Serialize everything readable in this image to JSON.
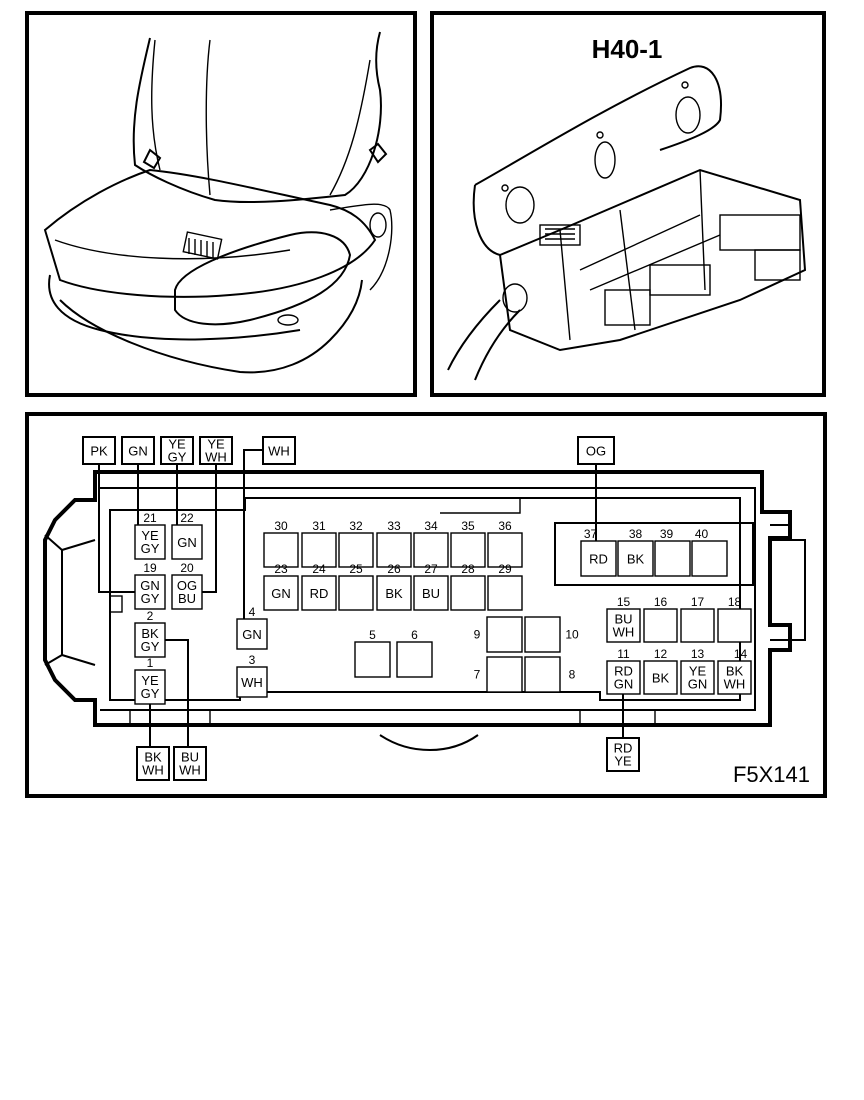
{
  "panels": {
    "connector_title": "H40-1",
    "figure_code": "F5X141"
  },
  "wires_top": [
    {
      "id": "pk",
      "lines": [
        "PK"
      ]
    },
    {
      "id": "gn",
      "lines": [
        "GN"
      ]
    },
    {
      "id": "yegy",
      "lines": [
        "YE",
        "GY"
      ]
    },
    {
      "id": "yewh",
      "lines": [
        "YE",
        "WH"
      ]
    },
    {
      "id": "wh",
      "lines": [
        "WH"
      ]
    },
    {
      "id": "og",
      "lines": [
        "OG"
      ]
    }
  ],
  "wires_bottom": [
    {
      "id": "bkwh",
      "lines": [
        "BK",
        "WH"
      ]
    },
    {
      "id": "buwh",
      "lines": [
        "BU",
        "WH"
      ]
    },
    {
      "id": "rdye",
      "lines": [
        "RD",
        "YE"
      ]
    }
  ],
  "pins": [
    {
      "n": "30",
      "c": []
    },
    {
      "n": "31",
      "c": []
    },
    {
      "n": "32",
      "c": []
    },
    {
      "n": "33",
      "c": []
    },
    {
      "n": "34",
      "c": []
    },
    {
      "n": "35",
      "c": []
    },
    {
      "n": "36",
      "c": []
    },
    {
      "n": "23",
      "c": [
        "GN"
      ]
    },
    {
      "n": "24",
      "c": [
        "RD"
      ]
    },
    {
      "n": "25",
      "c": []
    },
    {
      "n": "26",
      "c": [
        "BK"
      ]
    },
    {
      "n": "27",
      "c": [
        "BU"
      ]
    },
    {
      "n": "28",
      "c": []
    },
    {
      "n": "29",
      "c": []
    },
    {
      "n": "37",
      "c": [
        "RD"
      ]
    },
    {
      "n": "38",
      "c": [
        "BK"
      ]
    },
    {
      "n": "39",
      "c": []
    },
    {
      "n": "40",
      "c": []
    },
    {
      "n": "15",
      "c": [
        "BU",
        "WH"
      ]
    },
    {
      "n": "16",
      "c": []
    },
    {
      "n": "17",
      "c": []
    },
    {
      "n": "18",
      "c": []
    },
    {
      "n": "11",
      "c": [
        "RD",
        "GN"
      ]
    },
    {
      "n": "12",
      "c": [
        "BK"
      ]
    },
    {
      "n": "13",
      "c": [
        "YE",
        "GN"
      ]
    },
    {
      "n": "14",
      "c": [
        "BK",
        "WH"
      ]
    },
    {
      "n": "21",
      "c": [
        "YE",
        "GY"
      ]
    },
    {
      "n": "22",
      "c": [
        "GN"
      ]
    },
    {
      "n": "19",
      "c": [
        "GN",
        "GY"
      ]
    },
    {
      "n": "20",
      "c": [
        "OG",
        "BU"
      ]
    },
    {
      "n": "2",
      "c": [
        "BK",
        "GY"
      ]
    },
    {
      "n": "1",
      "c": [
        "YE",
        "GY"
      ]
    },
    {
      "n": "4",
      "c": [
        "GN"
      ]
    },
    {
      "n": "3",
      "c": [
        "WH"
      ]
    },
    {
      "n": "5",
      "c": []
    },
    {
      "n": "6",
      "c": []
    },
    {
      "n": "9",
      "c": []
    },
    {
      "n": "10",
      "c": []
    },
    {
      "n": "7",
      "c": []
    },
    {
      "n": "8",
      "c": []
    }
  ]
}
